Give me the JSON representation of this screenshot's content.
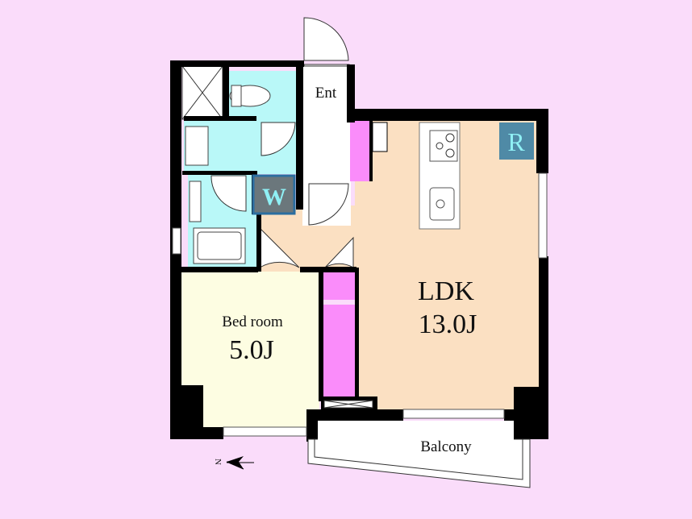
{
  "colors": {
    "background": "#fadcfa",
    "wall": "#000000",
    "ldk": "#fbe0c2",
    "bedroom": "#fdfde2",
    "wet_area": "#b9f8f8",
    "closet": "#fa8cfa",
    "r_badge": "#4f8aa6",
    "w_badge": "#6b777c",
    "badge_text": "#8ff0f5"
  },
  "rooms": {
    "entrance": "Ent",
    "ldk_name": "LDK",
    "ldk_size": "13.0J",
    "bedroom_name": "Bed room",
    "bedroom_size": "5.0J",
    "balcony": "Balcony"
  },
  "badges": {
    "refrigerator": "R",
    "washer": "W"
  },
  "compass": {
    "north_label": "N",
    "icon": "north-arrow-icon"
  }
}
